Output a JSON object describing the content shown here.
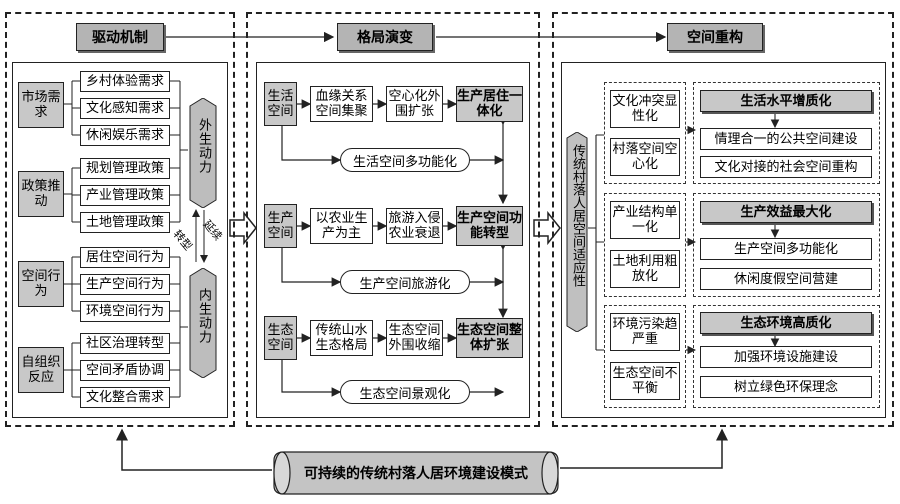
{
  "headers": {
    "drive": "驱动机制",
    "pattern": "格局演变",
    "space": "空间重构"
  },
  "left": {
    "groups": [
      {
        "label": "市场需求",
        "items": [
          "乡村体验需求",
          "文化感知需求",
          "休闲娱乐需求"
        ]
      },
      {
        "label": "政策推动",
        "items": [
          "规划管理政策",
          "产业管理政策",
          "土地管理政策"
        ]
      },
      {
        "label": "空间行为",
        "items": [
          "居住空间行为",
          "生产空间行为",
          "环境空间行为"
        ]
      },
      {
        "label": "自组织反应",
        "items": [
          "社区治理转型",
          "空间矛盾协调",
          "文化整合需求"
        ]
      }
    ],
    "external": "外生动力",
    "internal": "内生动力",
    "extend": "延续",
    "transform": "转型"
  },
  "middle": {
    "rows": [
      {
        "space": "生活空间",
        "step1": "血缘关系空间集聚",
        "step2": "空心化外围扩张",
        "result": "生产居住一体化",
        "pill": "生活空间多功能化"
      },
      {
        "space": "生产空间",
        "step1": "以农业生产为主",
        "step2": "旅游入侵农业衰退",
        "result": "生产空间功能转型",
        "pill": "生产空间旅游化"
      },
      {
        "space": "生态空间",
        "step1": "传统山水生态格局",
        "step2": "生态空间外围收缩",
        "result": "生态空间整体扩张",
        "pill": "生态空间景观化"
      }
    ]
  },
  "right": {
    "vertical": "传统村落人居空间适应性",
    "rows": [
      {
        "problems": [
          "文化冲突显性化",
          "村落空间空心化"
        ],
        "goal": "生活水平增质化",
        "measures": [
          "情理合一的公共空间建设",
          "文化对接的社会空间重构"
        ]
      },
      {
        "problems": [
          "产业结构单一化",
          "土地利用粗放化"
        ],
        "goal": "生产效益最大化",
        "measures": [
          "生产空间多功能化",
          "休闲度假空间营建"
        ]
      },
      {
        "problems": [
          "环境污染趋严重",
          "生态空间不平衡"
        ],
        "goal": "生态环境高质化",
        "measures": [
          "加强环境设施建设",
          "树立绿色环保理念"
        ]
      }
    ]
  },
  "bottom": {
    "banner": "可持续的传统村落人居环境建设模式"
  }
}
